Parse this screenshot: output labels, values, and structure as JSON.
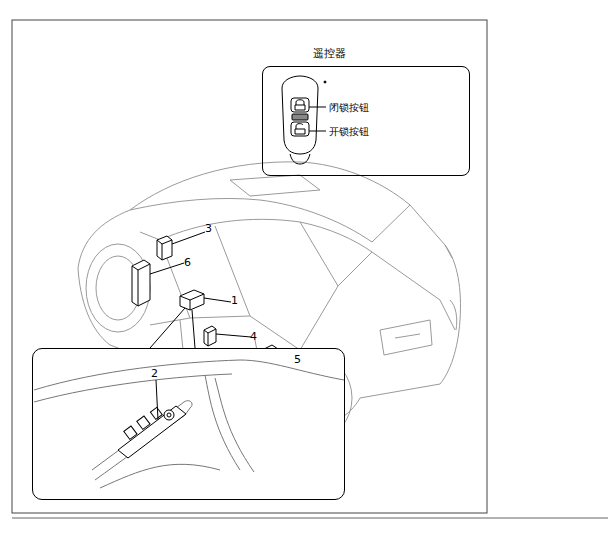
{
  "diagram": {
    "nodes": [
      {
        "text": [
          "遥控器",
          "闭锁按钮",
          "开锁按钮"
        ]
      },
      {
        "text": [
          "2"
        ]
      }
    ],
    "labels": [
      "3",
      "6",
      "1",
      "4",
      "5"
    ]
  }
}
